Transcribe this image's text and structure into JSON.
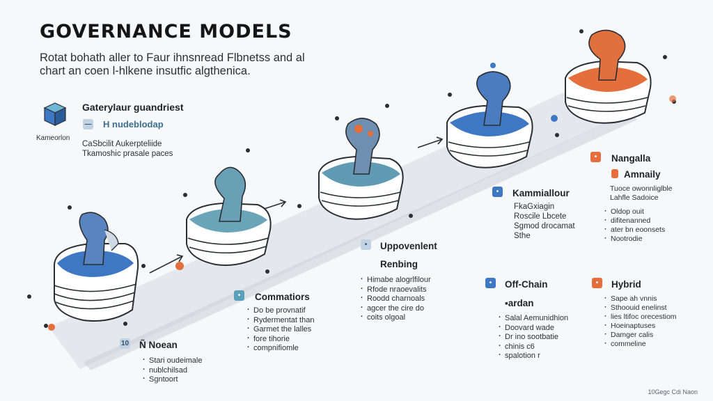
{
  "header": {
    "title": "GOVERNANCE MODELS",
    "subtitle": "Rotat bohath aller to Faur ihnsnread Flbnetss and al chart an coen l-hlkene insutfic algthenica."
  },
  "legend": {
    "icon_label": "Kameorlon",
    "heading": "Gaterylaur guandriest",
    "sub_badge": "—",
    "sub_label": "H nudeblodap",
    "lines": [
      "CaSbcilit Aukerpteliide",
      "Tkamoshic prasale paces"
    ]
  },
  "stages": [
    {
      "badge": "10",
      "title": "Ñ Noean",
      "bullets": [
        "Stari oudeimale",
        "nublchilsad",
        "Sgntoort"
      ]
    },
    {
      "badge": "•",
      "title": "Commatiors",
      "bullets": [
        "Do be provnatif",
        "Rydermentat than",
        "Garmet the lalles",
        "fore tihorie",
        "compnifiomle"
      ]
    },
    {
      "badge": "•",
      "title": "Uppovenlent",
      "sub": "Renbing",
      "bullets": [
        "Himabe alogrlfilour",
        "Rfode nraoevalits",
        "Roodd charnoals",
        "agcer the cire do",
        "coits olgoal"
      ]
    },
    {
      "badge": "•",
      "title": "Kammiallour",
      "bullets": [
        "FkaGxiagin",
        "Roscile Lbcete",
        "Sgmod drocamat",
        "Sthe"
      ]
    },
    {
      "badge": "•",
      "title": "Nangalla",
      "sub": "Amnaily",
      "bullets": [
        "Tuoce owonnliglble",
        "Lahfle Sadoice",
        "Oldop ouit",
        "difitenanned",
        "ater bn eoonsets",
        "Nootrodie"
      ]
    }
  ],
  "offchain": {
    "badge": "•",
    "title": "Off-Chain",
    "sub": "▪ardan",
    "bullets": [
      "Salal Aemunidhion",
      "Doovard wade",
      "Dr ino sootbatie",
      "chinis c6",
      "spalotion r"
    ]
  },
  "hybrid": {
    "badge": "•",
    "title": "Hybrid",
    "bullets": [
      "Sape ah vnnis",
      "Sthoouid enelinst",
      "lies ltifoc orecestiom",
      "Hoeinaptuses",
      "Damger calis",
      "commeline"
    ]
  },
  "footer": "10Gegc Cdi Naon",
  "colors": {
    "blue": "#3e78c4",
    "teal": "#5aa0b8",
    "orange": "#e46e3c",
    "ink": "#2a2d33",
    "track": "#dfe3e8"
  }
}
